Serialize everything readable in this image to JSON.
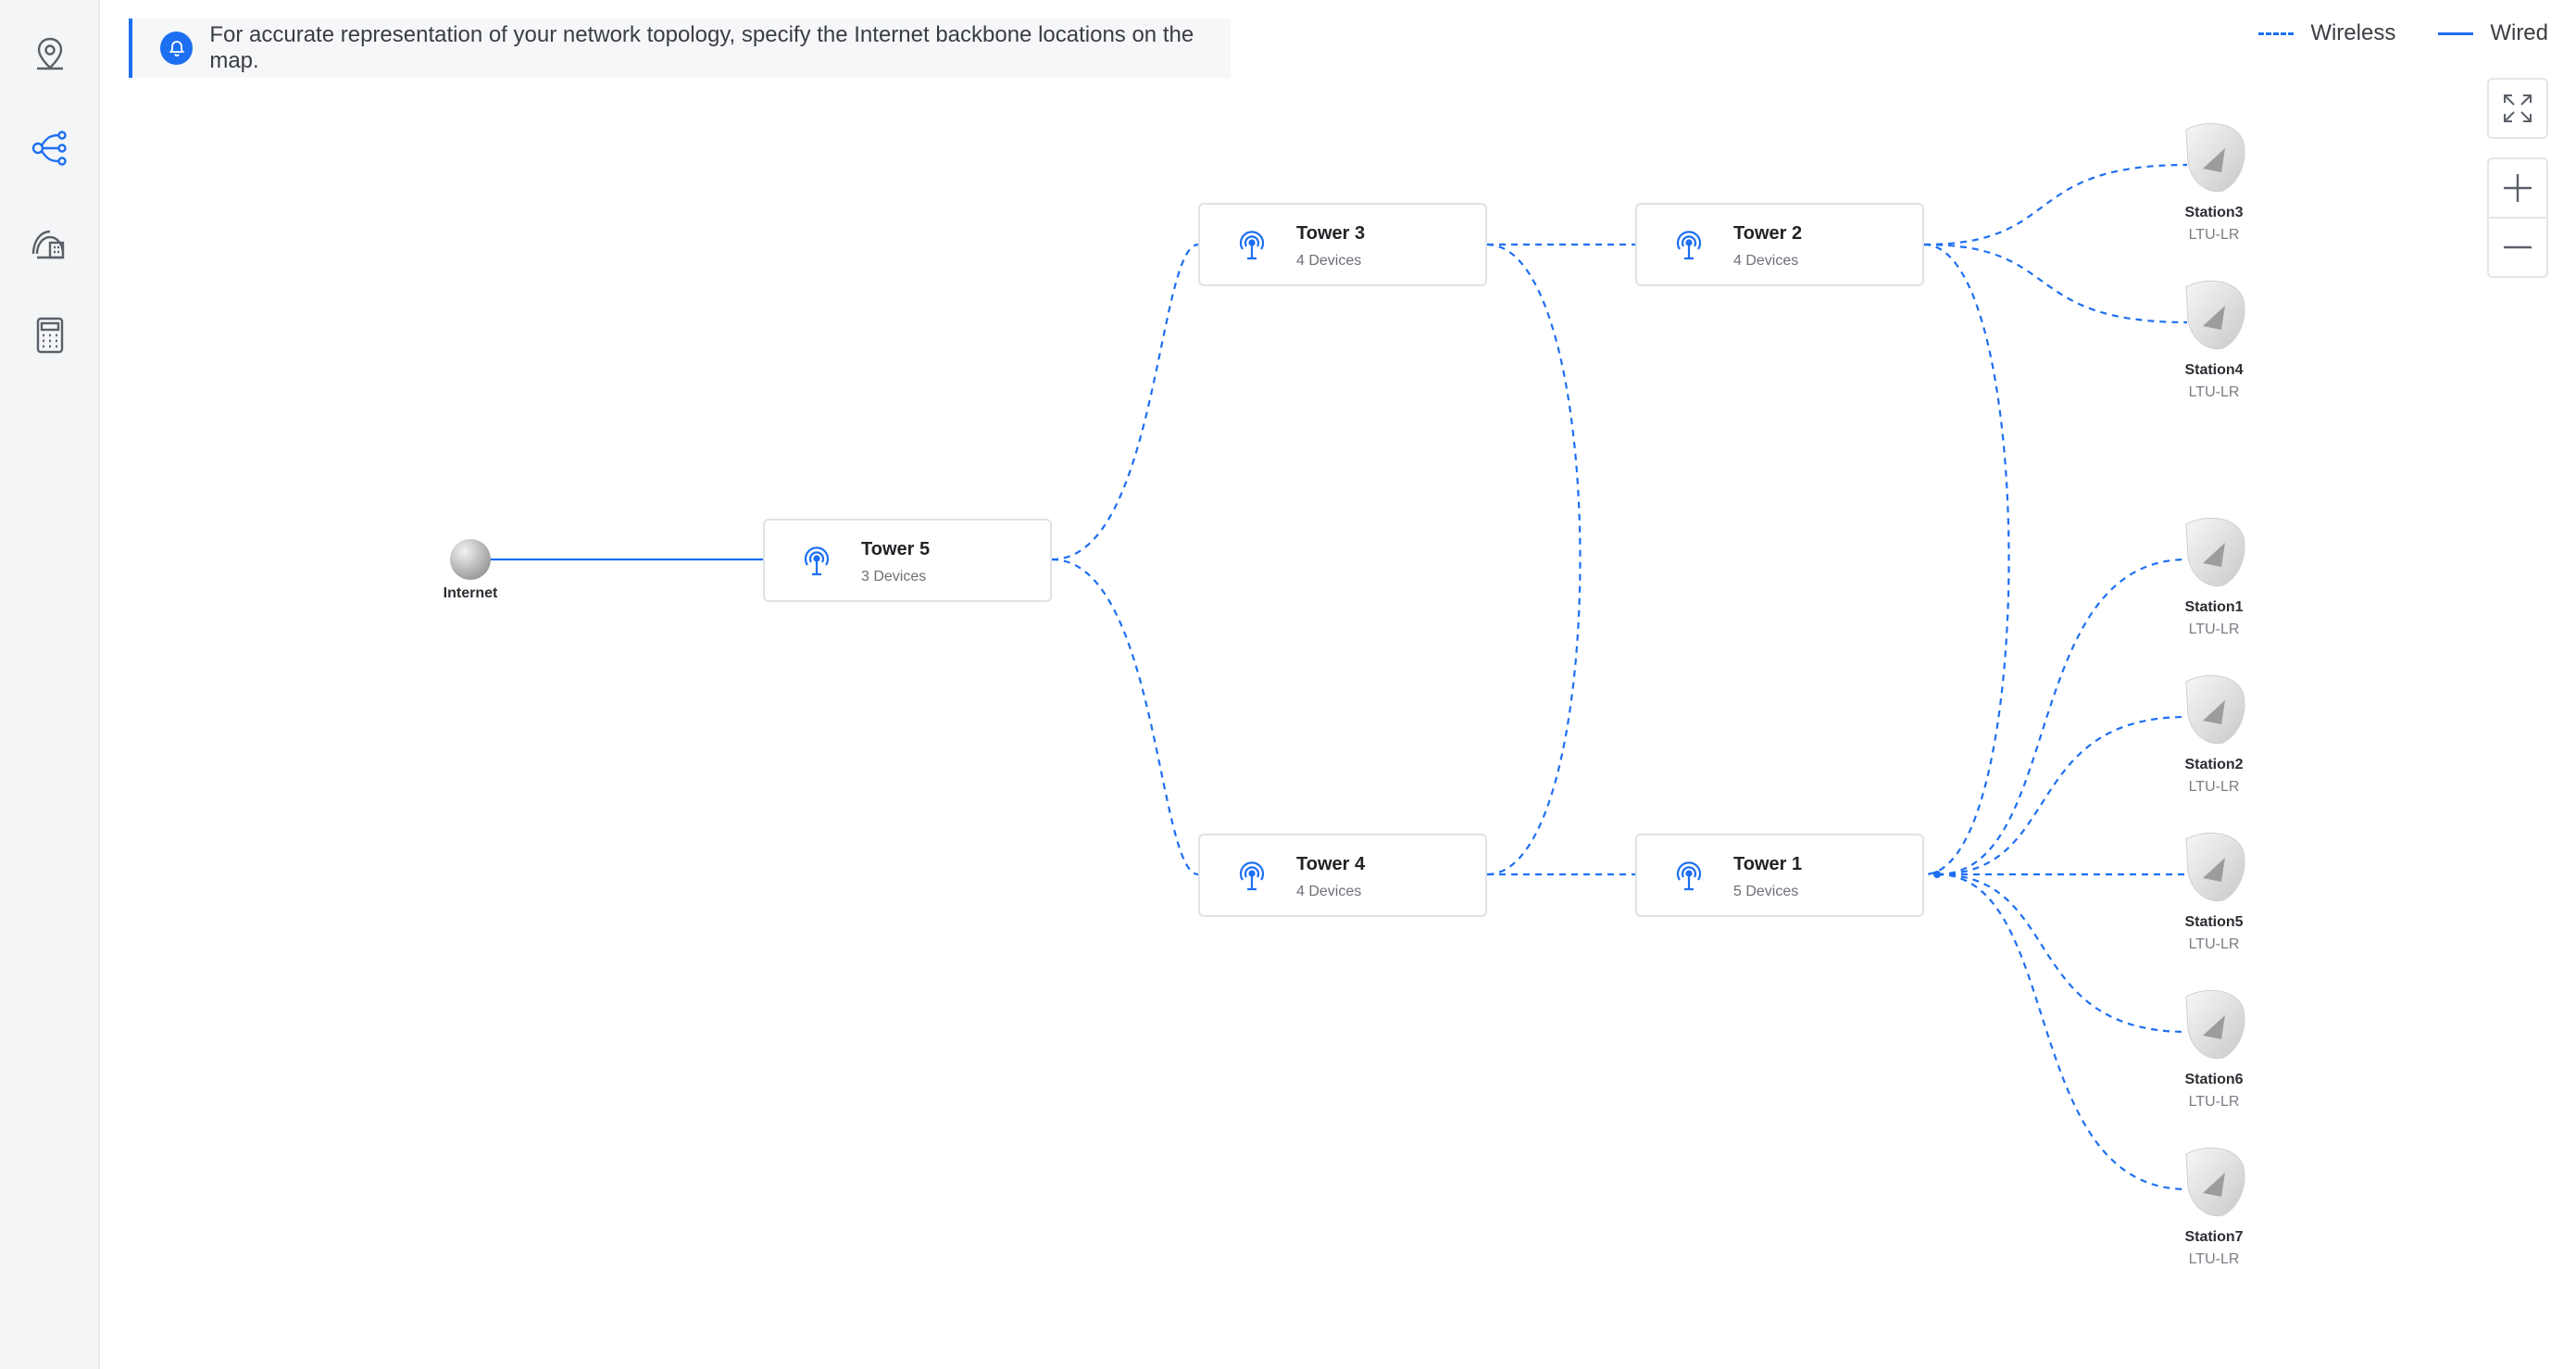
{
  "sidebar": {
    "items": [
      {
        "name": "location-pin-icon",
        "active": false
      },
      {
        "name": "topology-icon",
        "active": true
      },
      {
        "name": "tower-building-icon",
        "active": false
      },
      {
        "name": "calculator-icon",
        "active": false
      }
    ]
  },
  "banner": {
    "text": "For accurate representation of your network topology, specify the Internet backbone locations on the map.",
    "icon": "bell-icon"
  },
  "legend": {
    "wireless_label": "Wireless",
    "wired_label": "Wired"
  },
  "controls": {
    "fullscreen_icon": "expand-icon",
    "zoom_in_icon": "plus-icon",
    "zoom_out_icon": "minus-icon"
  },
  "colors": {
    "accent": "#1d6ff2",
    "link": "#1d6ff2"
  },
  "topology": {
    "internet": {
      "label": "Internet"
    },
    "towers": [
      {
        "id": "tower5",
        "name": "Tower 5",
        "devices": "3 Devices"
      },
      {
        "id": "tower3",
        "name": "Tower 3",
        "devices": "4 Devices"
      },
      {
        "id": "tower2",
        "name": "Tower 2",
        "devices": "4 Devices"
      },
      {
        "id": "tower4",
        "name": "Tower 4",
        "devices": "4 Devices"
      },
      {
        "id": "tower1",
        "name": "Tower 1",
        "devices": "5 Devices"
      }
    ],
    "stations": [
      {
        "id": "station3",
        "name": "Station3",
        "model": "LTU-LR"
      },
      {
        "id": "station4",
        "name": "Station4",
        "model": "LTU-LR"
      },
      {
        "id": "station1",
        "name": "Station1",
        "model": "LTU-LR"
      },
      {
        "id": "station2",
        "name": "Station2",
        "model": "LTU-LR"
      },
      {
        "id": "station5",
        "name": "Station5",
        "model": "LTU-LR"
      },
      {
        "id": "station6",
        "name": "Station6",
        "model": "LTU-LR"
      },
      {
        "id": "station7",
        "name": "Station7",
        "model": "LTU-LR"
      }
    ],
    "links": [
      {
        "from": "internet",
        "to": "tower5",
        "type": "wired"
      },
      {
        "from": "tower5",
        "to": "tower3",
        "type": "wireless"
      },
      {
        "from": "tower5",
        "to": "tower4",
        "type": "wireless"
      },
      {
        "from": "tower3",
        "to": "tower2",
        "type": "wireless"
      },
      {
        "from": "tower3",
        "to": "tower4",
        "type": "wireless"
      },
      {
        "from": "tower4",
        "to": "tower1",
        "type": "wireless"
      },
      {
        "from": "tower2",
        "to": "tower1",
        "type": "wireless"
      },
      {
        "from": "tower2",
        "to": "station3",
        "type": "wireless"
      },
      {
        "from": "tower2",
        "to": "station4",
        "type": "wireless"
      },
      {
        "from": "tower1",
        "to": "station1",
        "type": "wireless"
      },
      {
        "from": "tower1",
        "to": "station2",
        "type": "wireless"
      },
      {
        "from": "tower1",
        "to": "station5",
        "type": "wireless"
      },
      {
        "from": "tower1",
        "to": "station6",
        "type": "wireless"
      },
      {
        "from": "tower1",
        "to": "station7",
        "type": "wireless"
      }
    ]
  }
}
